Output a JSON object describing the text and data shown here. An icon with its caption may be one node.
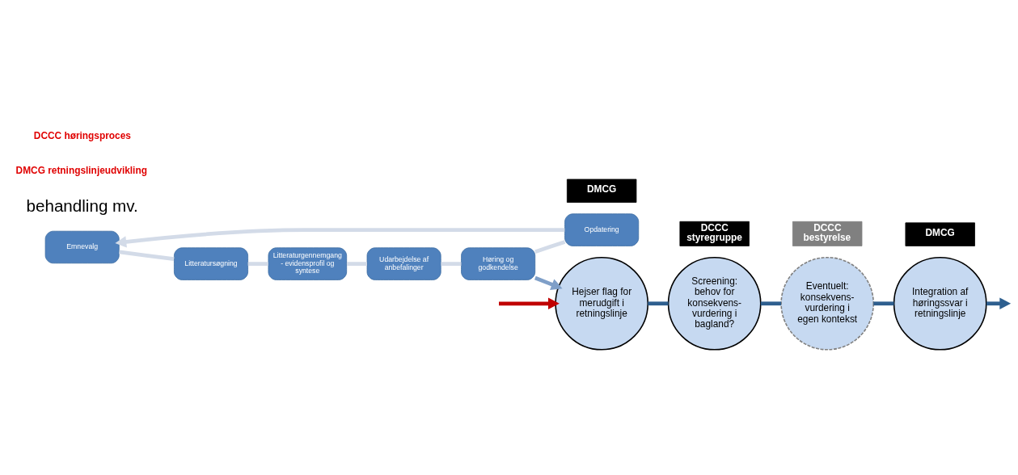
{
  "diagram": {
    "nodes": [
      {
        "text": [
          "Emnevalg"
        ]
      },
      {
        "text": [
          "Litteratursøgning"
        ]
      },
      {
        "text": [
          "Litteraturgennemgang - evidensprofil og syntese"
        ]
      },
      {
        "text": [
          "Udarbejdelse af anbefalinger"
        ]
      },
      {
        "text": [
          "Høring og godkendelse"
        ]
      },
      {
        "text": [
          "Opdatering"
        ]
      },
      {
        "text": [
          "Hejser flag for merudgift i retningslinje"
        ]
      },
      {
        "text": [
          "DMCG"
        ]
      },
      {
        "text": [
          "Screening: behov for konsekvens-vurdering i bagland?"
        ]
      },
      {
        "text": [
          "DCCC styregruppe"
        ]
      },
      {
        "text": [
          "Eventuelt: konsekvens-vurdering i egen kontekst"
        ]
      },
      {
        "text": [
          "DCCC bestyrelse"
        ]
      },
      {
        "text": [
          "Integration af høringssvar i retningslinje"
        ]
      },
      {
        "text": [
          "DMCG"
        ]
      }
    ],
    "edges": [
      {
        "from": 0,
        "to": 1,
        "arrow": "none",
        "color": "#d3dbe8"
      },
      {
        "from": 1,
        "to": 2,
        "arrow": "none",
        "color": "#d3dbe8"
      },
      {
        "from": 2,
        "to": 3,
        "arrow": "none",
        "color": "#d3dbe8"
      },
      {
        "from": 3,
        "to": 4,
        "arrow": "none",
        "color": "#d3dbe8"
      },
      {
        "from": 4,
        "to": 5,
        "arrow": "none",
        "color": "#d3dbe8"
      },
      {
        "from": 5,
        "to": 0,
        "arrow": "to",
        "color": "#d3dbe8"
      },
      {
        "from": 4,
        "to": 6,
        "arrow": "to",
        "color": "#7f9fc8"
      },
      {
        "from": null,
        "to": 6,
        "arrow": "to",
        "color": "#c00000"
      },
      {
        "from": 6,
        "to": 8,
        "arrow": "none",
        "color": "#2e5f8f"
      },
      {
        "from": 8,
        "to": 10,
        "arrow": "none",
        "color": "#2e5f8f"
      },
      {
        "from": 10,
        "to": 12,
        "arrow": "none",
        "color": "#2e5f8f"
      },
      {
        "from": 12,
        "to": null,
        "arrow": "to",
        "color": "#2e5f8f"
      }
    ],
    "labels": [
      "behandling mv.",
      "DMCG retningslinjeudvikling",
      "DCCC høringsproces"
    ]
  }
}
